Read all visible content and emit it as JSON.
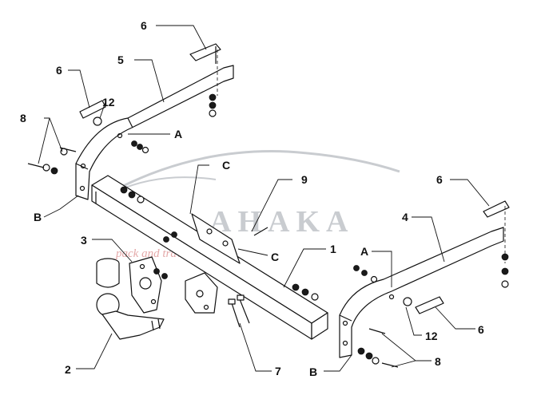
{
  "diagram": {
    "callouts": {
      "c1": "1",
      "c2": "2",
      "c3": "3",
      "c4": "4",
      "c5": "5",
      "c6a": "6",
      "c6b": "6",
      "c6c": "6",
      "c6d": "6",
      "c7": "7",
      "c8a": "8",
      "c8b": "8",
      "c9": "9",
      "c12a": "12",
      "c12b": "12",
      "ca1": "A",
      "ca2": "A",
      "cb1": "B",
      "cb2": "B",
      "cc1": "C",
      "cc2": "C"
    },
    "watermark": {
      "brand": "AHAKA",
      "tagline": "pack and travel"
    }
  }
}
